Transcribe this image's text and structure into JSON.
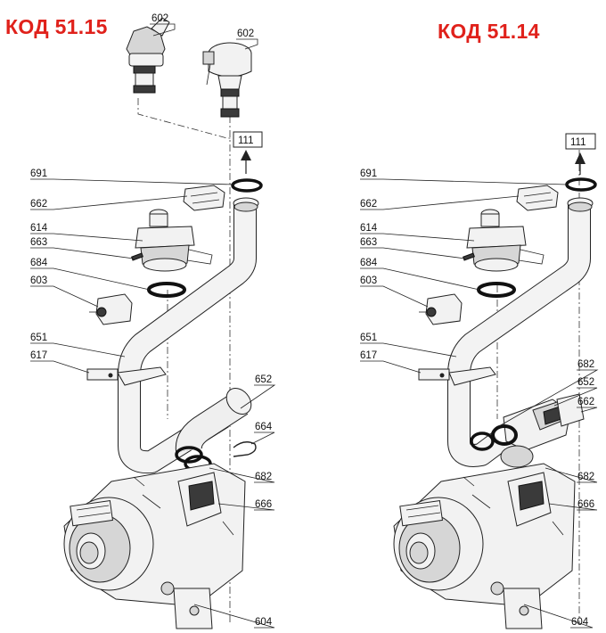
{
  "left_title": "КОД 51.15",
  "right_title": "КОД 51.14",
  "left_callouts": {
    "c602a": "602",
    "c602b": "602",
    "c111": "111",
    "c691": "691",
    "c662": "662",
    "c614": "614",
    "c663": "663",
    "c684": "684",
    "c603": "603",
    "c651": "651",
    "c617": "617",
    "c652": "652",
    "c664": "664",
    "c682": "682",
    "c666": "666",
    "c604": "604"
  },
  "right_callouts": {
    "c111": "111",
    "c691": "691",
    "c662a": "662",
    "c614": "614",
    "c663": "663",
    "c684": "684",
    "c603": "603",
    "c651": "651",
    "c617": "617",
    "c682a": "682",
    "c652": "652",
    "c662b": "662",
    "c682b": "682",
    "c666": "666",
    "c604": "604"
  }
}
